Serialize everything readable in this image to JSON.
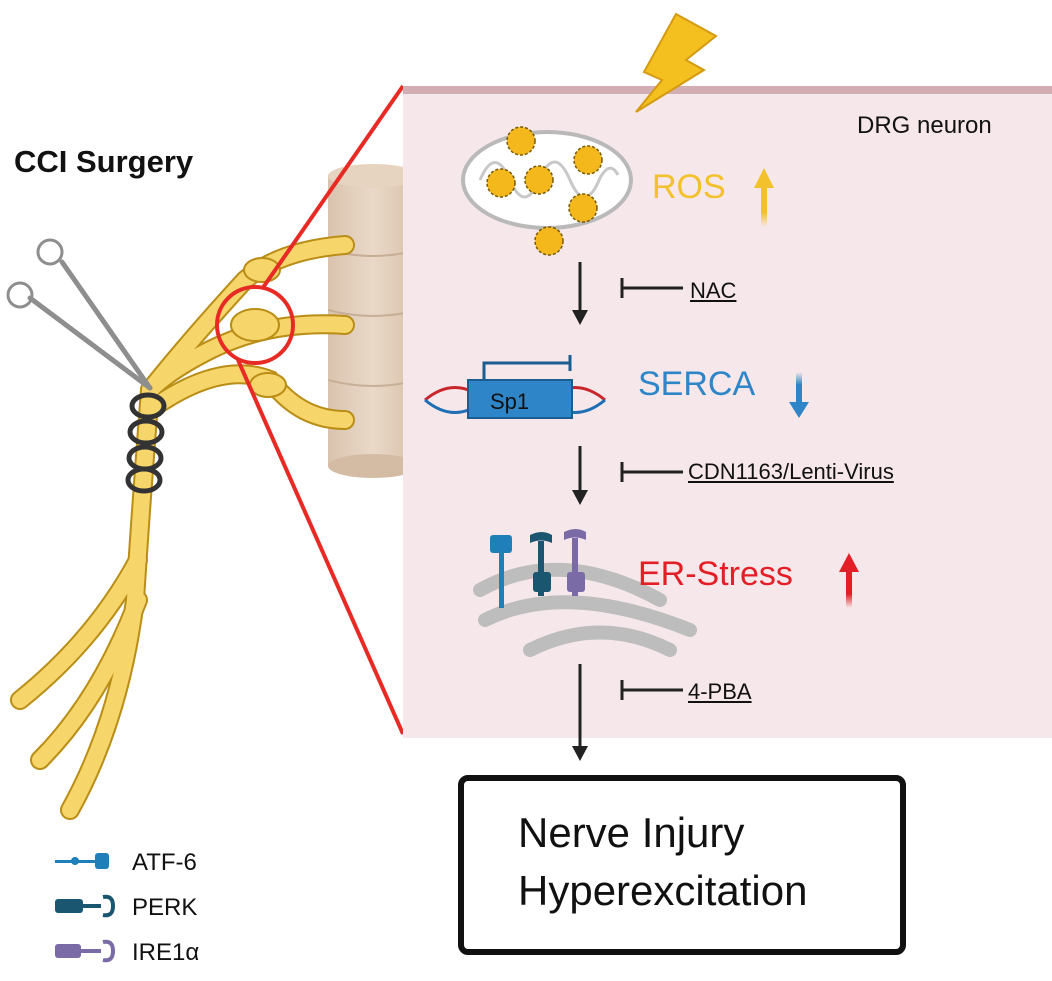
{
  "title": "CCI Surgery",
  "cell_label": "DRG neuron",
  "ros": {
    "label": "ROS",
    "arrow": "↑",
    "color": "#f2c12b"
  },
  "nac": {
    "label": "NAC"
  },
  "sp1": {
    "label": "Sp1"
  },
  "serca": {
    "label": "SERCA",
    "arrow": "↓",
    "color": "#2e86c8"
  },
  "cdn": {
    "label": "CDN1163/Lenti-Virus"
  },
  "er_stress": {
    "label": "ER-Stress",
    "arrow": "↑",
    "color": "#e41e26"
  },
  "pba": {
    "label": "4-PBA"
  },
  "outcome": {
    "line1": "Nerve Injury",
    "line2": "Hyperexcitation"
  },
  "legend": [
    {
      "label": "ATF-6",
      "color": "#1f7fb8"
    },
    {
      "label": "PERK",
      "color": "#1b5670"
    },
    {
      "label": "IRE1α",
      "color": "#7a6aa6"
    }
  ]
}
